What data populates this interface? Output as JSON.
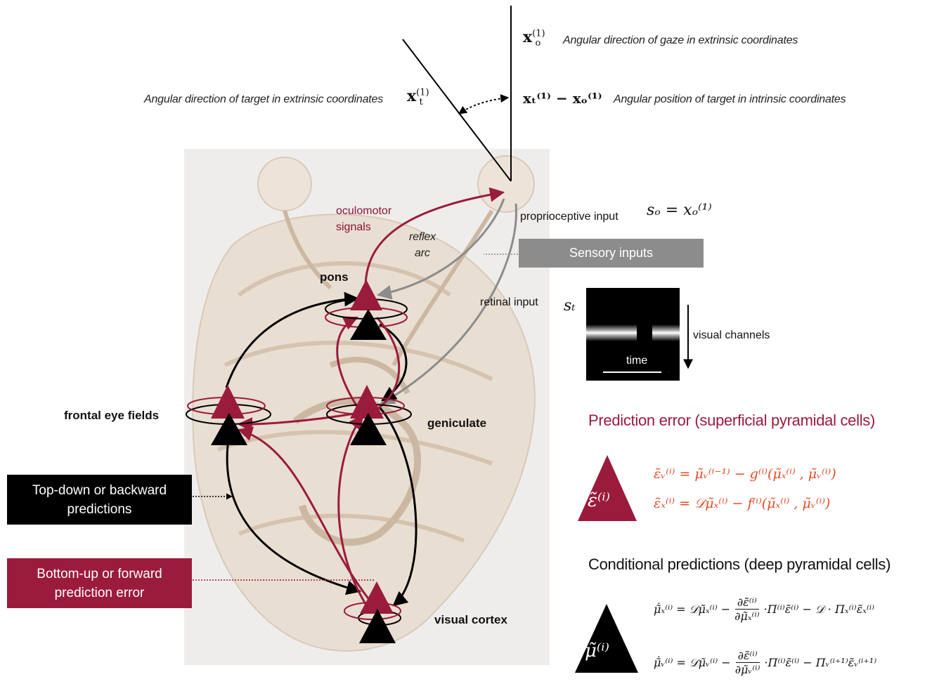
{
  "top_labels": {
    "gaze_symbol_main": "x",
    "gaze_symbol_sup": "(1)",
    "gaze_symbol_sub": "o",
    "gaze_text": "Angular direction of gaze in extrinsic coordinates",
    "target_extrinsic_text": "Angular direction of target in extrinsic coordinates",
    "target_symbol_main": "x",
    "target_symbol_sup": "(1)",
    "target_symbol_sub": "t",
    "intrinsic_symbol": "xₜ⁽¹⁾ − xₒ⁽¹⁾",
    "intrinsic_text": "Angular position of target in intrinsic coordinates"
  },
  "anatomy": {
    "oculomotor_line1": "oculomotor",
    "oculomotor_line2": "signals",
    "reflex_line1": "reflex",
    "reflex_line2": "arc",
    "pons": "pons",
    "retinal_input": "retinal input",
    "proprioceptive_input": "proprioceptive input",
    "so_equation": "sₒ = xₒ⁽¹⁾",
    "frontal_eye_fields": "frontal eye fields",
    "geniculate": "geniculate",
    "visual_cortex": "visual cortex"
  },
  "sensory_box": {
    "label": "Sensory inputs"
  },
  "sensory_panel": {
    "st_label": "sₜ",
    "visual_channels": "visual channels",
    "time": "time"
  },
  "legend": {
    "top_down_line1": "Top-down or backward",
    "top_down_line2": "predictions",
    "bottom_up_line1": "Bottom-up or forward",
    "bottom_up_line2": "prediction error"
  },
  "prediction_error": {
    "heading": "Prediction error (superficial pyramidal cells)",
    "symbol": "ε̃⁽ⁱ⁾",
    "eq1": "ε̃ᵥ⁽ⁱ⁾ = μ̃ᵥ⁽ⁱ⁻¹⁾ − g⁽ⁱ⁾(μ̃ₓ⁽ⁱ⁾ , μ̃ᵥ⁽ⁱ⁾)",
    "eq2": "ε̃ₓ⁽ⁱ⁾ = 𝒟μ̃ₓ⁽ⁱ⁾ − f⁽ⁱ⁾(μ̃ₓ⁽ⁱ⁾ , μ̃ᵥ⁽ⁱ⁾)"
  },
  "conditional_predictions": {
    "heading": "Conditional predictions (deep pyramidal cells)",
    "symbol": "μ̃⁽ⁱ⁾",
    "eq1_left": "μ̃̇ₓ⁽ⁱ⁾ = 𝒟μ̃ₓ⁽ⁱ⁾ −",
    "eq1_num": "∂ε̃⁽ⁱ⁾",
    "eq1_den": "∂μ̃ₓ⁽ⁱ⁾",
    "eq1_right": "·Π⁽ⁱ⁾ε̃⁽ⁱ⁾ − 𝒟 · Πₓ⁽ⁱ⁾ε̃ₓ⁽ⁱ⁾",
    "eq2_left": "μ̃̇ᵥ⁽ⁱ⁾ = 𝒟μ̃ᵥ⁽ⁱ⁾ −",
    "eq2_num": "∂ε̃⁽ⁱ⁾",
    "eq2_den": "∂μ̃ᵥ⁽ⁱ⁾",
    "eq2_right": "·Π⁽ⁱ⁾ε̃⁽ⁱ⁾ − Πᵥ⁽ⁱ⁺¹⁾ε̃ᵥ⁽ⁱ⁺¹⁾"
  },
  "colors": {
    "prediction_error_red": "#9b1b3c",
    "prediction_black": "#000000",
    "sensory_gray": "#8c8c8c",
    "equation_orange": "#e04b26",
    "anatomy_beige": "#e9ddd0",
    "background_panel": "#efedeb"
  }
}
